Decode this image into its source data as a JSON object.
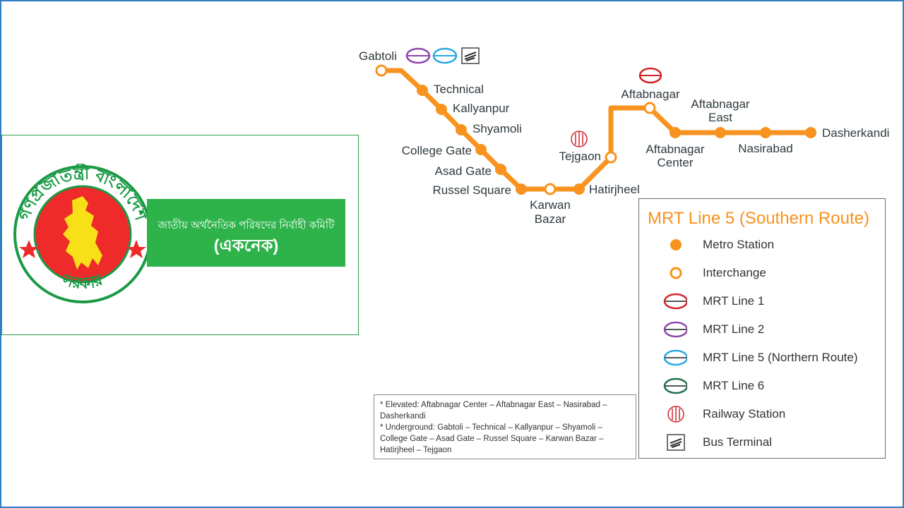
{
  "banner": {
    "seal_text_top": "গণপ্রজাতন্ত্রী বাংলাদেশ",
    "seal_text_bottom": "সরকার",
    "line1": "জাতীয় অর্থনৈতিক পরিষদের নির্বাহী কমিটি",
    "line2": "(একনেক)"
  },
  "map": {
    "line_color": "#f7931e",
    "stations": [
      {
        "id": "gabtoli",
        "name": "Gabtoli",
        "kind": "interchange"
      },
      {
        "id": "technical",
        "name": "Technical",
        "kind": "metro"
      },
      {
        "id": "kallyanpur",
        "name": "Kallyanpur",
        "kind": "metro"
      },
      {
        "id": "shyamoli",
        "name": "Shyamoli",
        "kind": "metro"
      },
      {
        "id": "college-gate",
        "name": "College Gate",
        "kind": "metro"
      },
      {
        "id": "asad-gate",
        "name": "Asad Gate",
        "kind": "metro"
      },
      {
        "id": "russel-square",
        "name": "Russel Square",
        "kind": "metro"
      },
      {
        "id": "karwan-bazar",
        "name": "Karwan Bazar",
        "kind": "interchange"
      },
      {
        "id": "hatirjheel",
        "name": "Hatirjheel",
        "kind": "metro"
      },
      {
        "id": "tejgaon",
        "name": "Tejgaon",
        "kind": "interchange"
      },
      {
        "id": "aftabnagar",
        "name": "Aftabnagar",
        "kind": "interchange"
      },
      {
        "id": "aftabnagar-center",
        "name": "Aftabnagar Center",
        "kind": "metro"
      },
      {
        "id": "aftabnagar-east",
        "name": "Aftabnagar East",
        "kind": "metro"
      },
      {
        "id": "nasirabad",
        "name": "Nasirabad",
        "kind": "metro"
      },
      {
        "id": "dasherkandi",
        "name": "Dasherkandi",
        "kind": "metro"
      }
    ]
  },
  "legend": {
    "title": "MRT Line 5 (Southern Route)",
    "items": [
      {
        "label": "Metro Station",
        "icon": "metro-station-icon"
      },
      {
        "label": "Interchange",
        "icon": "interchange-icon"
      },
      {
        "label": "MRT Line 1",
        "icon": "mrt-line-1-icon",
        "color": "#d2232a"
      },
      {
        "label": "MRT Line 2",
        "icon": "mrt-line-2-icon",
        "color": "#8e44ad"
      },
      {
        "label": "MRT Line 5 (Northern Route)",
        "icon": "mrt-line-5-north-icon",
        "color": "#29a8df"
      },
      {
        "label": "MRT Line 6",
        "icon": "mrt-line-6-icon",
        "color": "#1f6f4a"
      },
      {
        "label": "Railway Station",
        "icon": "railway-station-icon",
        "color": "#d2232a"
      },
      {
        "label": "Bus Terminal",
        "icon": "bus-terminal-icon"
      }
    ]
  },
  "notes": [
    "* Elevated: Aftabnagar Center – Aftabnagar East – Nasirabad – Dasherkandi",
    "* Underground: Gabtoli – Technical – Kallyanpur – Shyamoli – College Gate – Asad Gate – Russel Square – Karwan Bazar – Hatirjheel – Tejgaon"
  ]
}
